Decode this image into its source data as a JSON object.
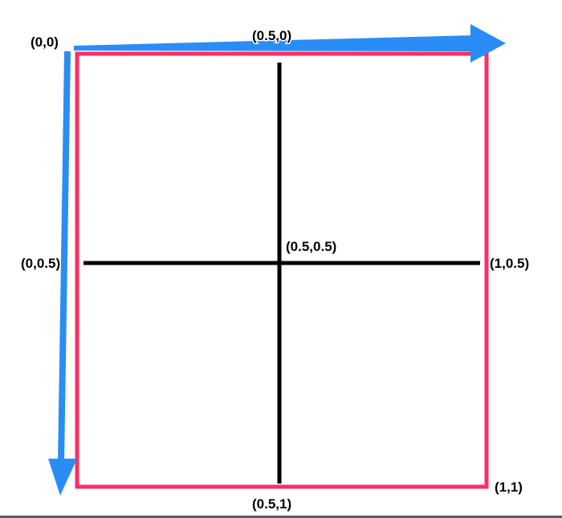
{
  "diagram": {
    "labels": {
      "origin": "(0,0)",
      "top_center": "(0.5,0)",
      "left_center": "(0,0.5)",
      "center": "(0.5,0.5)",
      "right_center": "(1,0.5)",
      "bottom_center": "(0.5,1)",
      "bottom_right": "(1,1)"
    },
    "colors": {
      "frame": "#ff2d63",
      "axis_arrow": "#2a8df5",
      "cross_lines": "#000000",
      "label_text": "#000000"
    }
  }
}
